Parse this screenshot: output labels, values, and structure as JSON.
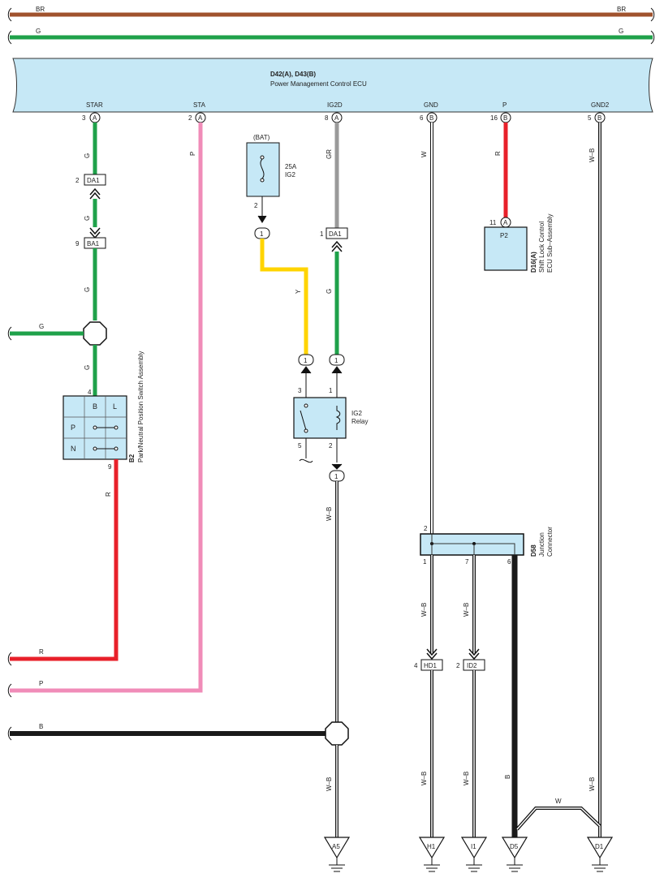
{
  "colors": {
    "brown": "#a0522d",
    "green": "#1fa14a",
    "pink": "#f08cb8",
    "gray": "#9a9a9a",
    "yellow": "#ffd400",
    "red": "#e8202a",
    "black": "#1a1a1a",
    "box_fill": "#c6e8f6"
  },
  "top_wires": {
    "br": "BR",
    "g": "G"
  },
  "ecu": {
    "code": "D42(A), D43(B)",
    "name": "Power Management Control ECU"
  },
  "pins": [
    {
      "name": "STAR",
      "pin": "3",
      "conn": "A"
    },
    {
      "name": "STA",
      "pin": "2",
      "conn": "A"
    },
    {
      "name": "IG2D",
      "pin": "8",
      "conn": "A"
    },
    {
      "name": "GND",
      "pin": "6",
      "conn": "B"
    },
    {
      "name": "P",
      "pin": "16",
      "conn": "B"
    },
    {
      "name": "GND2",
      "pin": "5",
      "conn": "B"
    }
  ],
  "wire_labels": {
    "g": "G",
    "p": "P",
    "gr": "GR",
    "w": "W",
    "r": "R",
    "wb": "W–B",
    "y": "Y",
    "b": "B"
  },
  "junction_connectors": {
    "da1": "DA1",
    "ba1": "BA1",
    "hd1": "HD1",
    "id2": "ID2",
    "pin_da1_upper": "2",
    "pin_ba1": "9",
    "pin_da1_right": "1",
    "pin_hd1": "4",
    "pin_id2": "2"
  },
  "fuse": {
    "source": "(BAT)",
    "rating": "25A",
    "name": "IG2",
    "pin": "2"
  },
  "relay": {
    "name": "IG2",
    "sub": "Relay",
    "pin1": "1",
    "pin2": "2",
    "pin3": "3",
    "pin5": "5",
    "connector_pin": "1"
  },
  "switch": {
    "code": "B2",
    "name": "Park/Neutral Position Switch Assembly",
    "col_b": "B",
    "col_l": "L",
    "row_p": "P",
    "row_n": "N",
    "pin_top": "4",
    "pin_bottom": "9"
  },
  "shift_lock": {
    "code": "D16(A)",
    "name": "Shift Lock Control",
    "sub": "ECU Sub–Assembly",
    "pin": "11",
    "conn": "A",
    "label": "P2"
  },
  "junction_box": {
    "code": "D58",
    "name": "Junction",
    "sub": "Connector",
    "pin_top": "2",
    "pin_1": "1",
    "pin_7": "7",
    "pin_6": "6"
  },
  "grounds": [
    "A5",
    "H1",
    "I1",
    "D5",
    "D1"
  ]
}
